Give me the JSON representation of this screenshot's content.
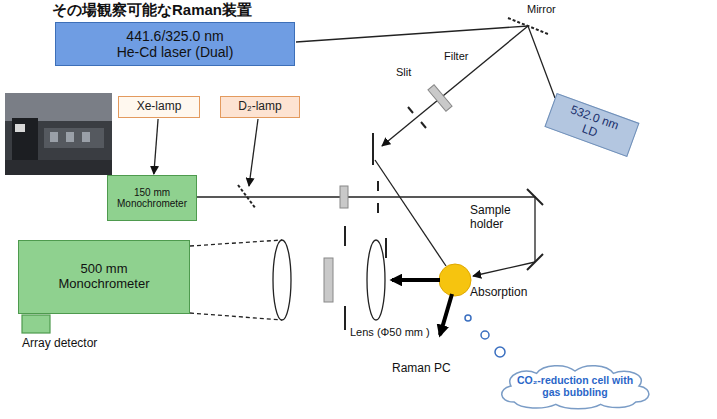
{
  "diagram": {
    "title": "その場観察可能なRaman装置",
    "nodes": [
      {
        "text": [
          "441.6/325.0 nm He-Cd laser (Dual)"
        ]
      },
      {
        "text": [
          "532.0 nm LD"
        ]
      },
      {
        "text": [
          "Xe-lamp"
        ]
      },
      {
        "text": [
          "D₂-lamp"
        ]
      },
      {
        "text": [
          "150 mm Monochrometer"
        ]
      },
      {
        "text": [
          "500 mm Monochrometer"
        ]
      },
      {
        "text": [
          "CO₂-reduction cell with gas bubbling"
        ]
      }
    ],
    "edges": [
      {
        "from": 2,
        "to": 4,
        "arrow": "to"
      }
    ],
    "labels": [
      "Mirror",
      "Filter",
      "Slit",
      "Sample holder",
      "Absorption",
      "Lens (Φ50 mm )",
      "Raman PC",
      "Array detector"
    ]
  }
}
